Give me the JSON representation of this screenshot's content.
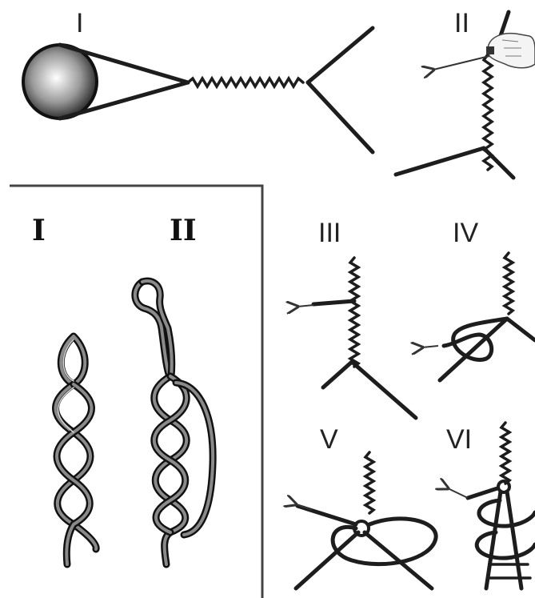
{
  "labels": {
    "top_left": "I",
    "top_right": "II",
    "box_left": "I",
    "box_right": "II",
    "panel_3": "III",
    "panel_4": "IV",
    "panel_5": "V",
    "panel_6": "VI"
  }
}
